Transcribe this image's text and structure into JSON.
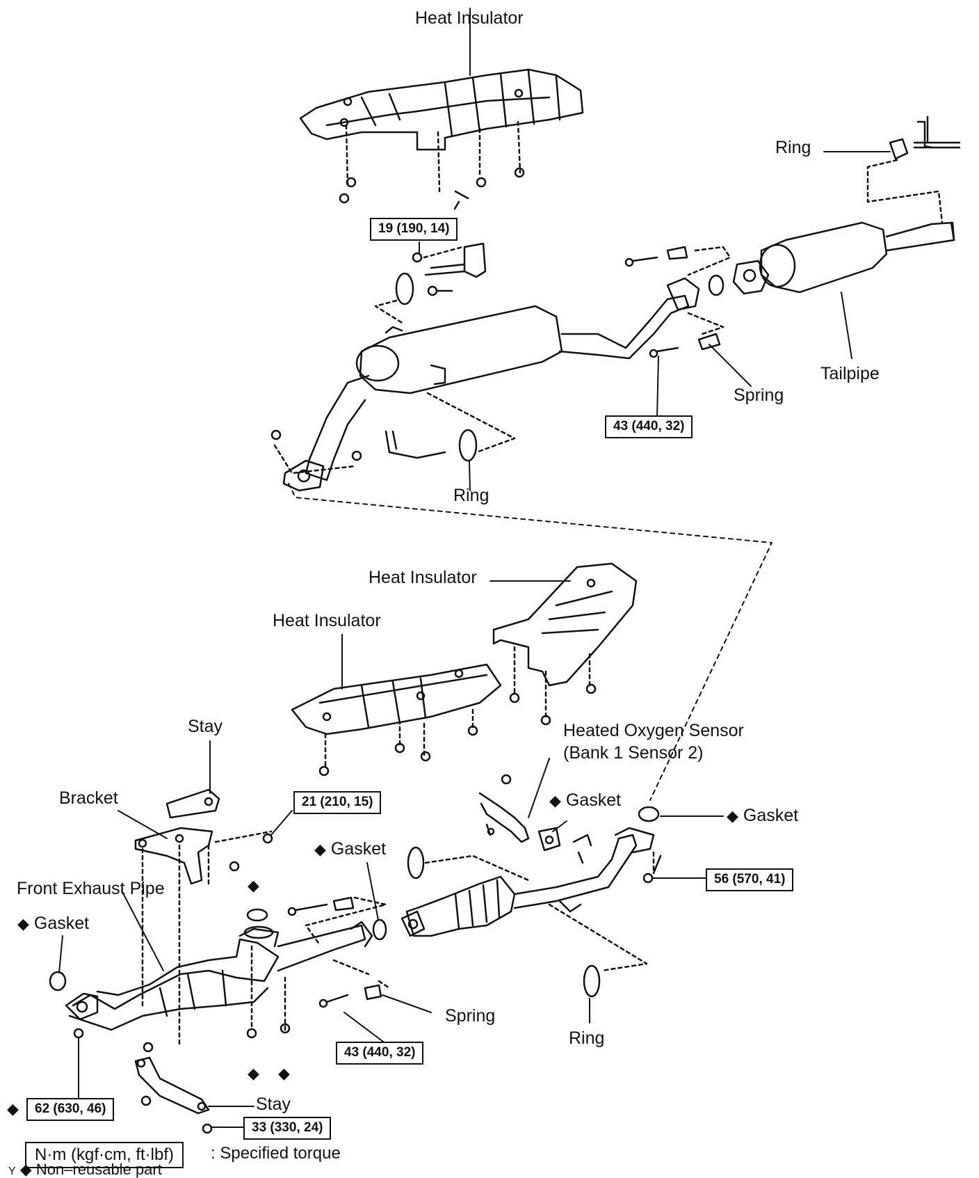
{
  "labels": {
    "heat_insulator_top": "Heat Insulator",
    "ring_top_right": "Ring",
    "tailpipe": "Tailpipe",
    "spring_top": "Spring",
    "ring_mid": "Ring",
    "heat_insulator_mid_right": "Heat Insulator",
    "heat_insulator_mid_left": "Heat Insulator",
    "stay_top": "Stay",
    "bracket": "Bracket",
    "heated_o2_sensor_line1": "Heated Oxygen Sensor",
    "heated_o2_sensor_line2": "(Bank 1 Sensor 2)",
    "gasket_sensor": "Gasket",
    "gasket_right": "Gasket",
    "gasket_center": "Gasket",
    "front_exhaust_pipe": "Front Exhaust Pipe",
    "gasket_left": "Gasket",
    "spring_bottom": "Spring",
    "ring_bottom": "Ring",
    "stay_bottom": "Stay"
  },
  "torques": {
    "t19": "19 (190, 14)",
    "t43_top": "43 (440, 32)",
    "t21": "21 (210, 15)",
    "t56": "56 (570, 41)",
    "t43_bottom": "43 (440, 32)",
    "t62": "62 (630, 46)",
    "t33": "33 (330, 24)"
  },
  "legend": {
    "unit_box": "N·m (kgf·cm, ft·lbf)",
    "unit_desc": ": Specified torque",
    "nonreusable_prefix": "Y",
    "nonreusable_desc": "Non–reusable part"
  },
  "symbols": {
    "diamond": "◆"
  }
}
